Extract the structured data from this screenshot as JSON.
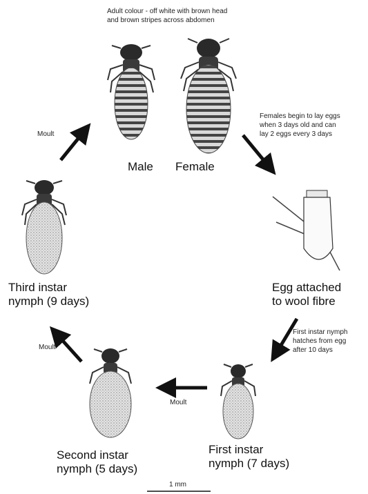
{
  "annotations": {
    "adult_colour": "Adult colour - off white with brown head\nand brown stripes across abdomen",
    "females_lay": "Females begin to lay eggs\nwhen 3 days old and can\nlay 2 eggs every 3 days",
    "first_hatch": "First instar nymph\nhatches from egg\nafter 10 days",
    "moult_top": "Moult",
    "moult_left": "Moult",
    "moult_bottom": "Moult"
  },
  "stages": {
    "male": "Male",
    "female": "Female",
    "egg": "Egg attached\nto wool fibre",
    "first_instar": "First instar\nnymph (7 days)",
    "second_instar": "Second instar\nnymph (5 days)",
    "third_instar": "Third instar\nnymph (9 days)"
  },
  "scale_bar": {
    "label": "1 mm"
  },
  "colors": {
    "head": "#2a2a2a",
    "abdomen_light": "#cfcfcf",
    "stripe": "#3a3a3a",
    "arrow": "#111111"
  }
}
